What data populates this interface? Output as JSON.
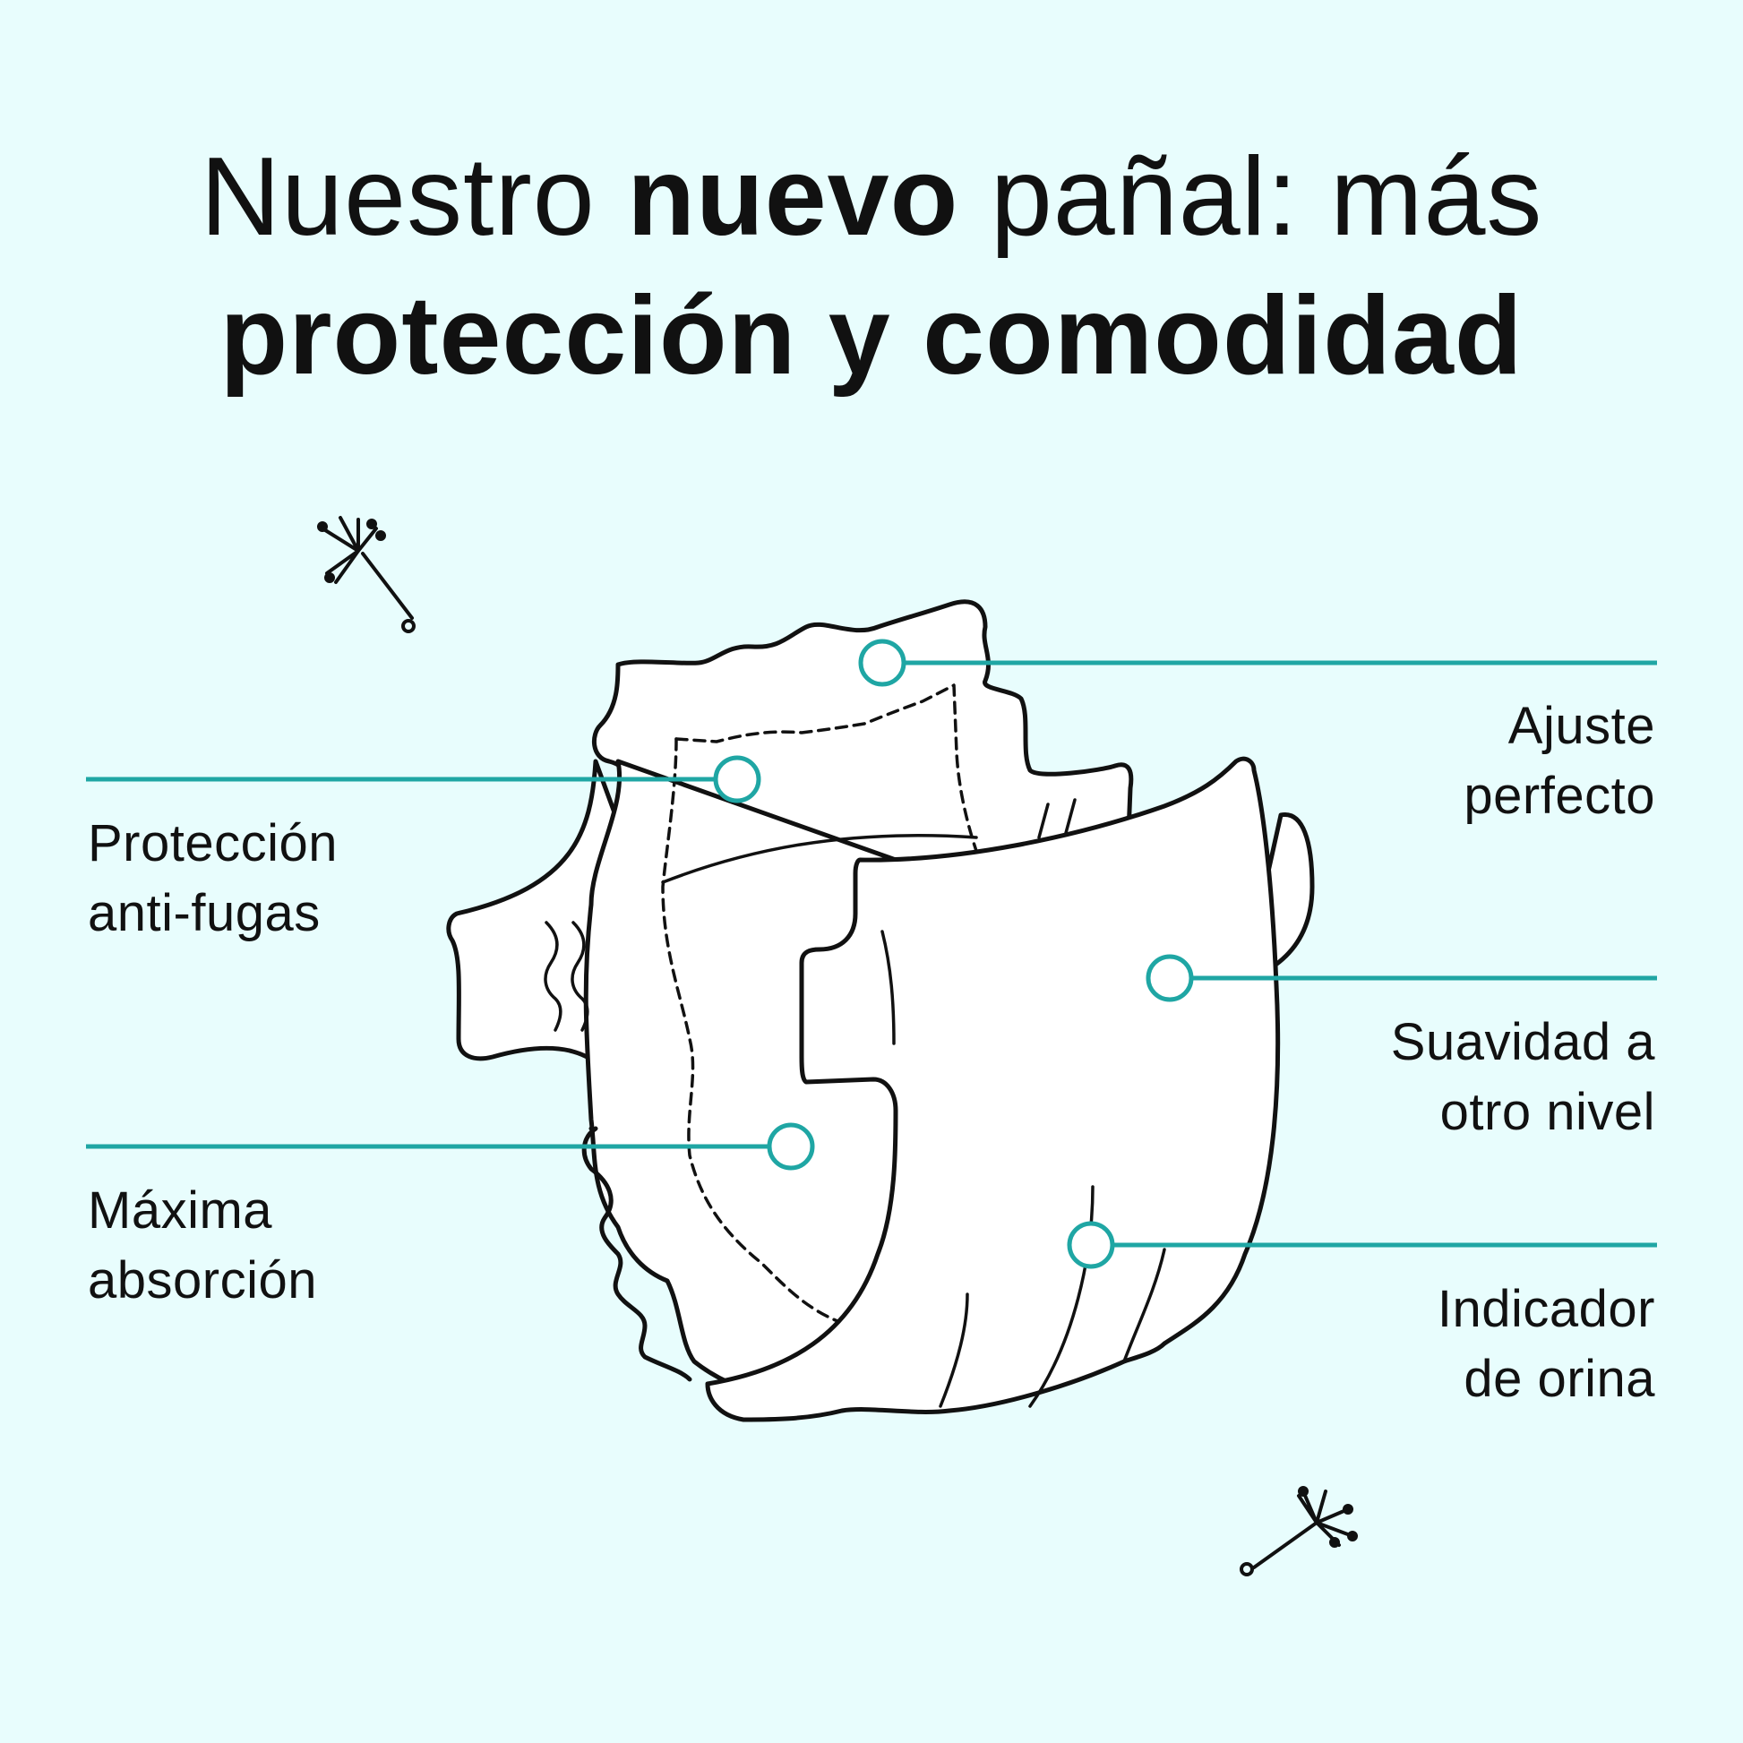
{
  "title": {
    "line1_regular_a": "Nuestro",
    "line1_bold": "nuevo",
    "line1_regular_b": "pañal: más",
    "line2": "protección y comodidad"
  },
  "callouts": {
    "ajuste": {
      "line1": "Ajuste",
      "line2": "perfecto"
    },
    "proteccion": {
      "line1": "Protección",
      "line2": "anti-fugas"
    },
    "suavidad": {
      "line1": "Suavidad a",
      "line2": "otro nivel"
    },
    "absorcion": {
      "line1": "Máxima",
      "line2": "absorción"
    },
    "indicador": {
      "line1": "Indicador",
      "line2": "de orina"
    }
  },
  "colors": {
    "background": "#e8fdfd",
    "accent_teal": "#1fa6a4",
    "ink": "#111111",
    "diaper_fill": "#ffffff"
  },
  "icons": [
    "dandelion-seed-icon",
    "diaper-illustration"
  ]
}
